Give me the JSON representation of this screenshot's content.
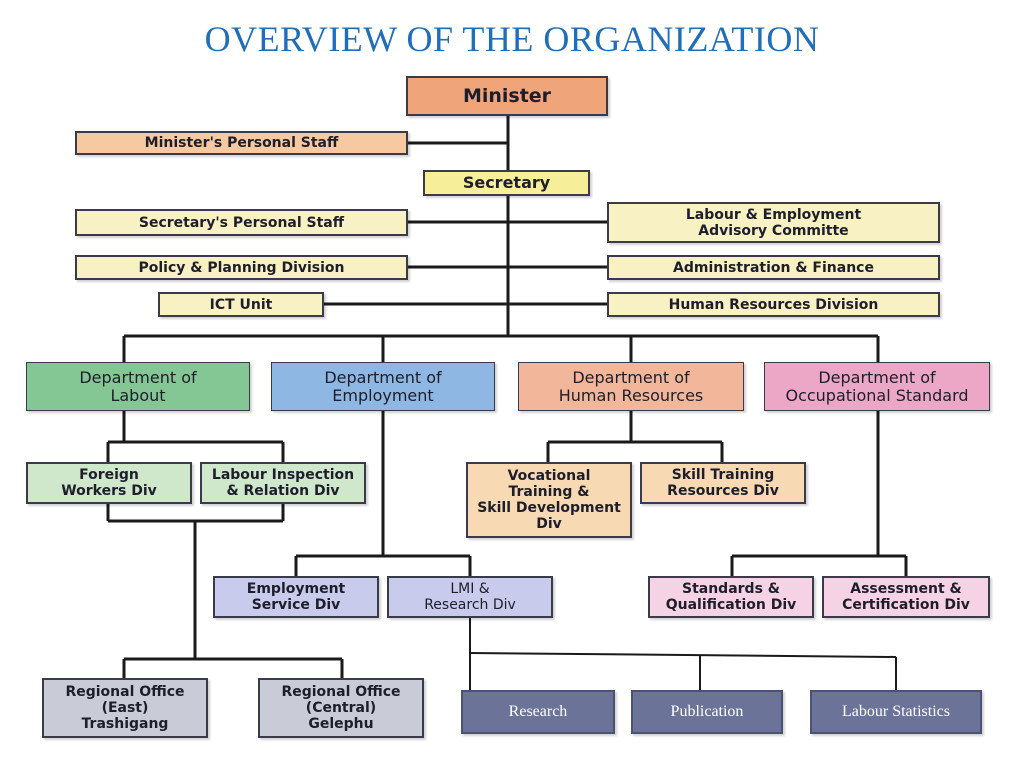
{
  "title": "OVERVIEW OF THE ORGANIZATION",
  "boxes": {
    "minister": "Minister",
    "ministers_staff": "Minister's Personal Staff",
    "secretary": "Secretary",
    "secretarys_staff": "Secretary's Personal Staff",
    "labour_advisory": "Labour & Employment\nAdvisory Committe",
    "policy_planning": "Policy & Planning Division",
    "admin_finance": "Administration & Finance",
    "ict_unit": "ICT Unit",
    "hr_division": "Human Resources Division",
    "dept_labour": "Department of\nLabout",
    "dept_employment": "Department of\nEmployment",
    "dept_hr": "Department of\nHuman Resources",
    "dept_occ": "Department of\nOccupational Standard",
    "foreign_workers": "Foreign\nWorkers Div",
    "labour_inspection": "Labour Inspection\n& Relation Div",
    "vocational_training": "Vocational\nTraining &\nSkill Development\nDiv",
    "skill_training": "Skill Training\nResources Div",
    "employment_service": "Employment\nService Div",
    "lmi_research": "LMI &\nResearch Div",
    "standards_qual": "Standards &\nQualification Div",
    "assessment_cert": "Assessment &\nCertification Div",
    "regional_east": "Regional Office\n(East)\nTrashigang",
    "regional_central": "Regional Office\n(Central)\nGelephu",
    "research": "Research",
    "publication": "Publication",
    "labour_statistics": "Labour Statistics"
  }
}
